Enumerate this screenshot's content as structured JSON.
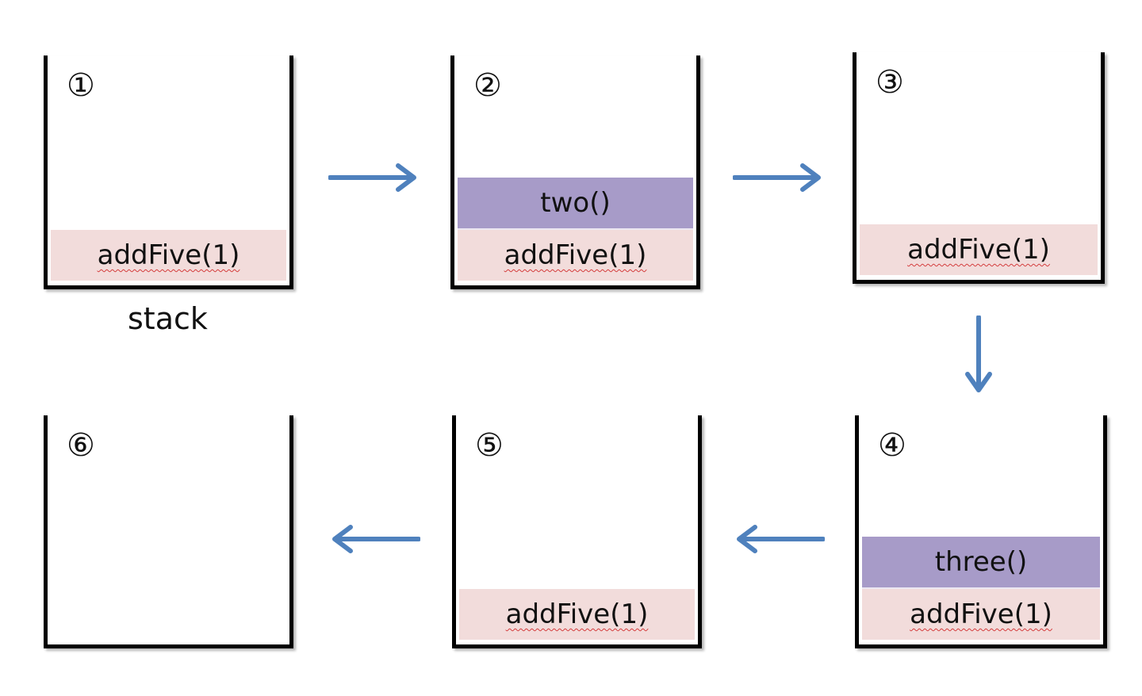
{
  "steps": [
    {
      "num": "①",
      "frames": [
        "addFive(1)"
      ]
    },
    {
      "num": "②",
      "top": "two()",
      "frames": [
        "addFive(1)"
      ]
    },
    {
      "num": "③",
      "frames": [
        "addFive(1)"
      ]
    },
    {
      "num": "④",
      "top": "three()",
      "frames": [
        "addFive(1)"
      ]
    },
    {
      "num": "⑤",
      "frames": [
        "addFive(1)"
      ]
    },
    {
      "num": "⑥",
      "frames": []
    }
  ],
  "stack_label": "stack",
  "colors": {
    "base_frame": "#f2dcdb",
    "top_frame": "#a79bc8",
    "arrow": "#4f81bd",
    "border": "#000000"
  },
  "icons": [
    "arrow-right-icon",
    "arrow-down-icon",
    "arrow-left-icon"
  ]
}
